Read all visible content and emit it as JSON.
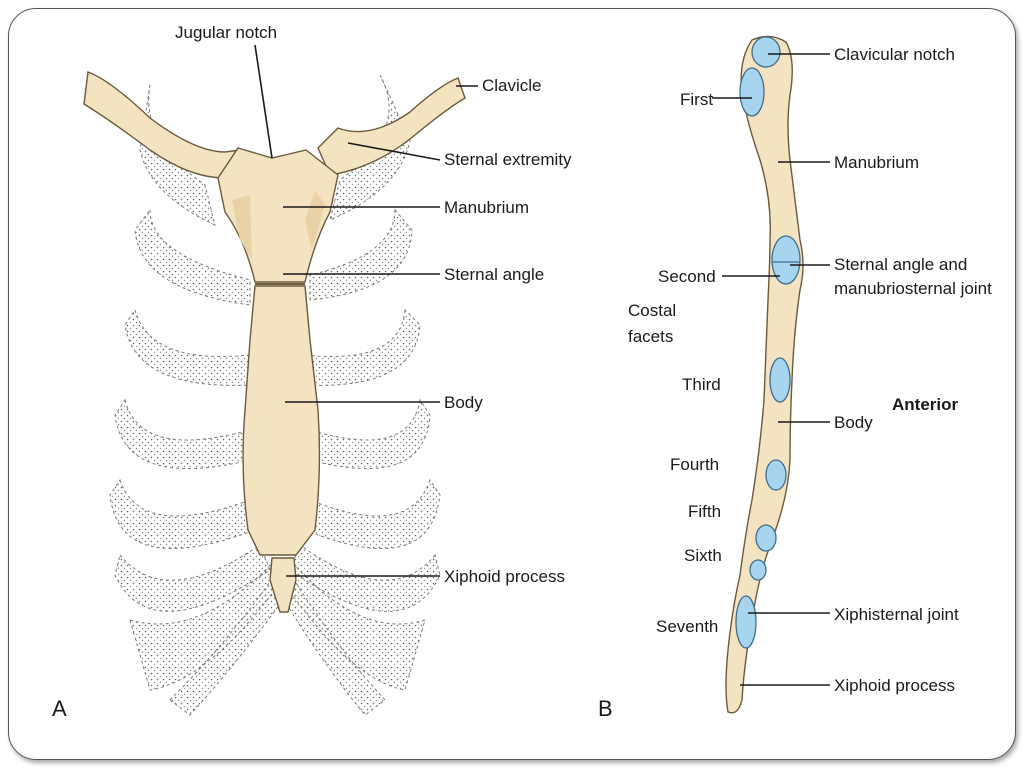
{
  "colors": {
    "bone": "#f4e3c0",
    "facet": "#a7d4ee",
    "line": "#1a1a1a",
    "frame": "#555555"
  },
  "panel_a": {
    "letter": "A",
    "labels": {
      "jugular_notch": "Jugular notch",
      "clavicle": "Clavicle",
      "sternal_extremity": "Sternal extremity",
      "manubrium": "Manubrium",
      "sternal_angle": "Sternal angle",
      "body": "Body",
      "xiphoid_process": "Xiphoid process"
    }
  },
  "panel_b": {
    "letter": "B",
    "orientation": "Anterior",
    "costal_facets_line1": "Costal",
    "costal_facets_line2": "facets",
    "left_labels": {
      "first": "First",
      "second": "Second",
      "third": "Third",
      "fourth": "Fourth",
      "fifth": "Fifth",
      "sixth": "Sixth",
      "seventh": "Seventh"
    },
    "right_labels": {
      "clavicular_notch": "Clavicular notch",
      "manubrium": "Manubrium",
      "sternal_angle_line1": "Sternal angle and",
      "sternal_angle_line2": "manubriosternal joint",
      "body": "Body",
      "xiphisternal_joint": "Xiphisternal joint",
      "xiphoid_process": "Xiphoid process"
    }
  }
}
